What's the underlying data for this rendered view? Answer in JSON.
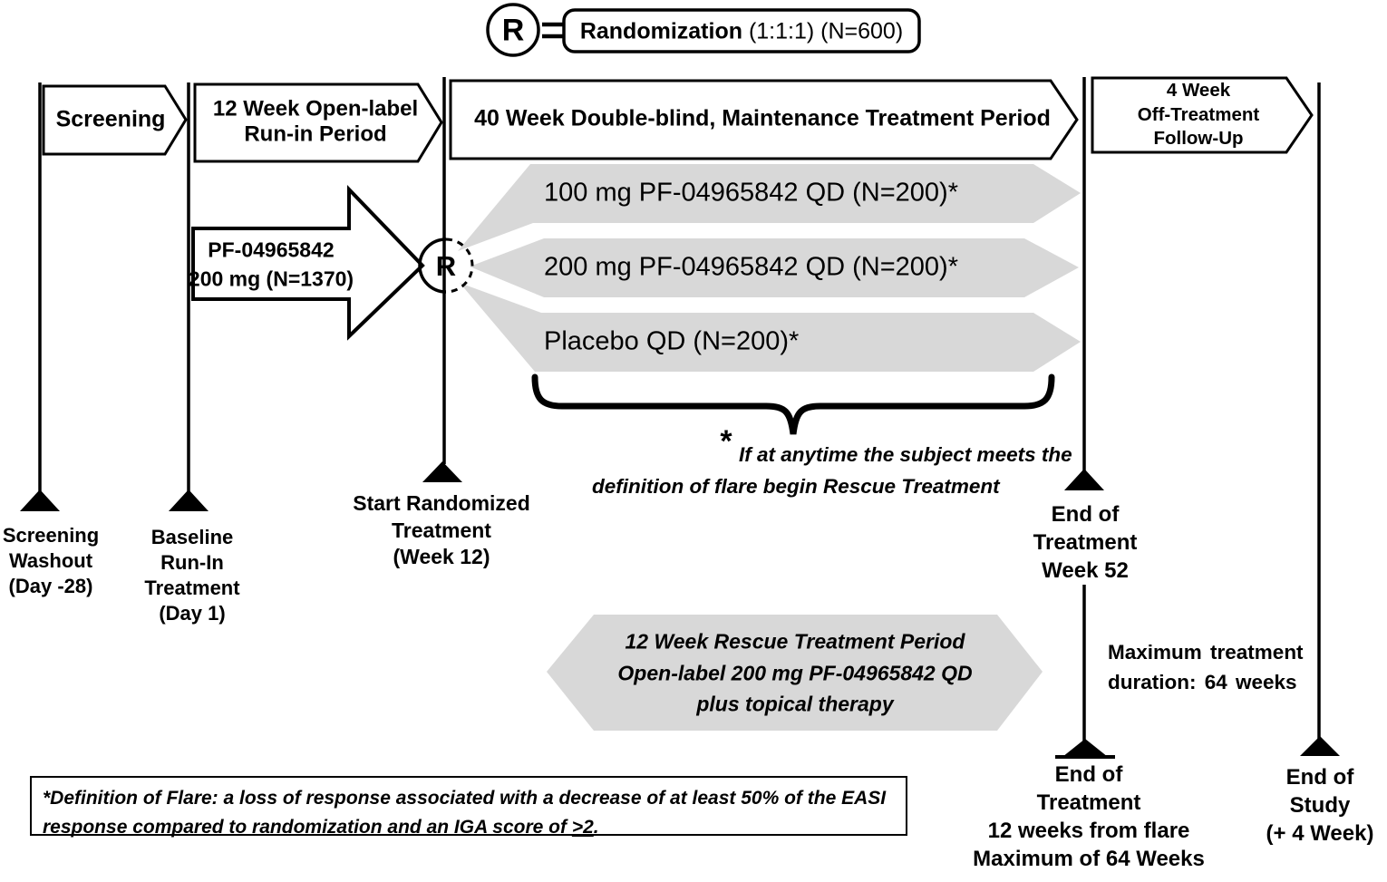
{
  "legend": {
    "r": "R",
    "randomization_bold": "Randomization",
    "randomization_rest": " (1:1:1) (N=600)"
  },
  "phases": {
    "screening": "Screening",
    "runin_lines": [
      "12 Week Open-label",
      "Run-in Period"
    ],
    "maintenance": "40 Week Double-blind, Maintenance Treatment Period",
    "followup_lines": [
      "4 Week",
      "Off-Treatment",
      "Follow-Up"
    ]
  },
  "runin_arrow_lines": [
    "PF-04965842",
    "200 mg (N=1370)"
  ],
  "randomization_symbol": "R",
  "arms": [
    {
      "label": "100 mg PF-04965842 QD (N=200)*"
    },
    {
      "label": "200 mg PF-04965842 QD (N=200)*"
    },
    {
      "label": "Placebo QD (N=200)*"
    }
  ],
  "flare_note": {
    "asterisk": "*",
    "lines": [
      "If at anytime the subject  meets the",
      "definition of flare begin Rescue Treatment"
    ]
  },
  "rescue_lines": [
    "12 Week Rescue Treatment  Period",
    "Open-label 200 mg PF-04965842 QD",
    "plus topical therapy"
  ],
  "max_duration_lines": [
    "Maximum  treatment",
    "duration:  64 weeks"
  ],
  "timeline": {
    "screening_washout": [
      "Screening",
      "Washout",
      "(Day -28)"
    ],
    "baseline": [
      "Baseline",
      "Run-In",
      "Treatment",
      "(Day 1)"
    ],
    "start_randomized": [
      "Start Randomized",
      "Treatment",
      "(Week 12)"
    ],
    "end_week52": [
      "End of",
      "Treatment",
      "Week 52"
    ],
    "end_flare": [
      "End of",
      "Treatment",
      "12 weeks from flare",
      "Maximum of 64 Weeks"
    ],
    "end_study": [
      "End of",
      "Study",
      "(+ 4 Week)"
    ]
  },
  "definition": {
    "line1": "*Definition of Flare: a loss of response associated with a decrease of at least 50% of the EASI",
    "line2_prefix": "response compared to randomization and an IGA score of ",
    "line2_geq": ">2",
    "line2_suffix": "."
  },
  "colors": {
    "arm_fill": "#d8d8d8",
    "ink": "#000000"
  }
}
